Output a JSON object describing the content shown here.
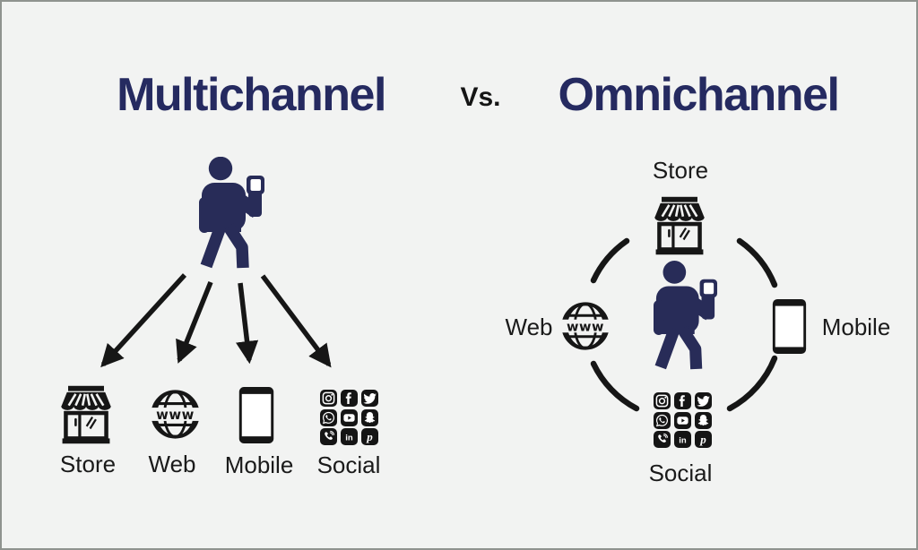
{
  "title": {
    "multichannel": "Multichannel",
    "vs": "Vs.",
    "omnichannel": "Omnichannel"
  },
  "colors": {
    "background": "#f2f3f2",
    "border_gray": "#8f938f",
    "title_navy": "#252a60",
    "person_navy": "#282c58",
    "icon_ink": "#161616"
  },
  "icons": {
    "globe_text": "www",
    "person_icon": "person-walking-with-phone"
  },
  "multichannel": {
    "channels": [
      {
        "label": "Store",
        "icon": "storefront-icon"
      },
      {
        "label": "Web",
        "icon": "globe-www-icon"
      },
      {
        "label": "Mobile",
        "icon": "smartphone-icon"
      },
      {
        "label": "Social",
        "icon": "social-grid-icon"
      }
    ]
  },
  "omnichannel": {
    "channels": [
      {
        "label": "Store",
        "icon": "storefront-icon",
        "position": "top"
      },
      {
        "label": "Web",
        "icon": "globe-www-icon",
        "position": "left"
      },
      {
        "label": "Mobile",
        "icon": "smartphone-icon",
        "position": "right"
      },
      {
        "label": "Social",
        "icon": "social-grid-icon",
        "position": "bottom"
      }
    ]
  },
  "social_icons": [
    "instagram",
    "facebook",
    "twitter",
    "whatsapp",
    "youtube",
    "snapchat",
    "viber-phone",
    "linkedin",
    "pinterest"
  ]
}
